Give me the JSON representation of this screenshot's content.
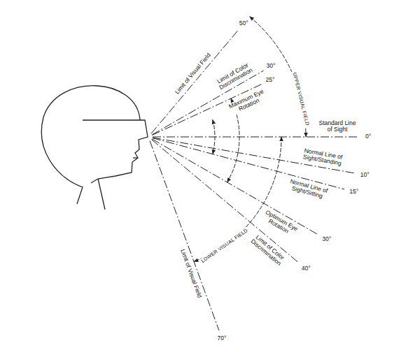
{
  "diagram": {
    "labels": [
      "Limit of Visual Field",
      "50°",
      "Limit of Color Discrimination",
      "30°",
      "Maximum Eye Rotation",
      "25°",
      "Standard Line of Sight",
      "0°",
      "Normal Line of Sight/Standing",
      "10°",
      "Normal Line of Sight/Sitting",
      "15°",
      "Optimum Eye Rotation",
      "30°",
      "Limit of Color Discrimination",
      "40°",
      "Limit of Visual Field",
      "70°",
      "UPPER VISUAL FIELD",
      "LOWER VISUAL FIELD"
    ]
  }
}
